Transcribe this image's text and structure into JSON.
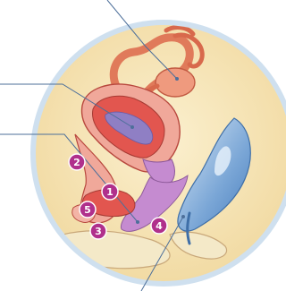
{
  "figure": {
    "colors": {
      "frame_ring": "#cfe0ef",
      "background": "#f7e6b8",
      "leader_line": "#4d6f9a",
      "tube": "#e07a5a",
      "ovary": "#ef9a7e",
      "uterus_outer": "#f0a89a",
      "uterus_wall": "#e2564f",
      "uterus_lining": "#8f7fc4",
      "vagina": "#c58bd0",
      "bladder": "#5a8ec6",
      "bladder_highlight": "#cfe2f4",
      "pelvic_bone": "#f4e9c8",
      "callout_badge": "#b0308c"
    },
    "callouts": [
      {
        "label": "1"
      },
      {
        "label": "2"
      },
      {
        "label": "3"
      },
      {
        "label": "4"
      },
      {
        "label": "5"
      }
    ]
  }
}
